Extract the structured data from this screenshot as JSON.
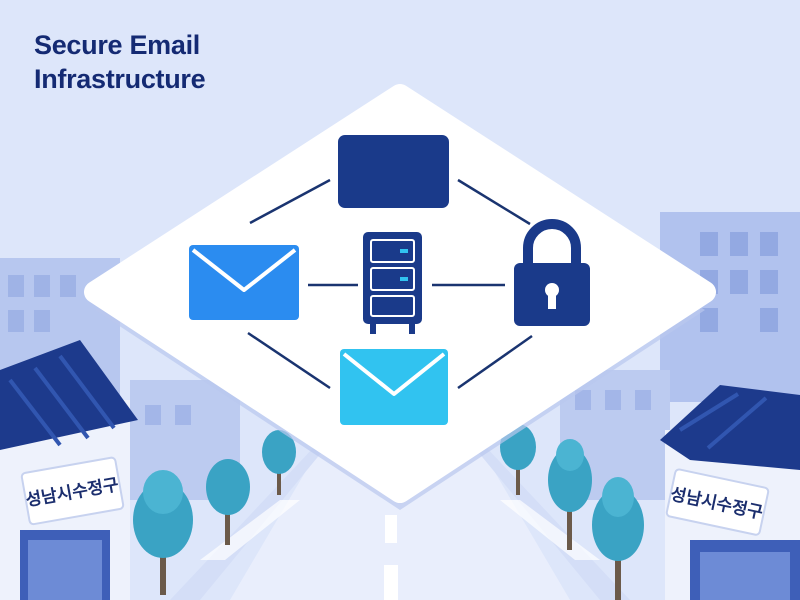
{
  "title": {
    "line1": "Secure Email",
    "line2": "Infrastructure"
  },
  "signs": {
    "left": "성남시수정구",
    "right": "성남시수정구"
  },
  "diagram": {
    "nodes": [
      {
        "id": "top",
        "icon": "window-box-icon"
      },
      {
        "id": "left",
        "icon": "envelope-icon"
      },
      {
        "id": "center",
        "icon": "server-rack-icon"
      },
      {
        "id": "right",
        "icon": "padlock-icon"
      },
      {
        "id": "bottom",
        "icon": "envelope-icon"
      }
    ]
  },
  "colors": {
    "background": "#dde6fa",
    "navy": "#1a3a8a",
    "dark_navy": "#142a73",
    "blue_envelope": "#2b8cf0",
    "cyan_envelope": "#31c3f0",
    "tree": "#3aa3c4",
    "platform": "#ffffff"
  }
}
